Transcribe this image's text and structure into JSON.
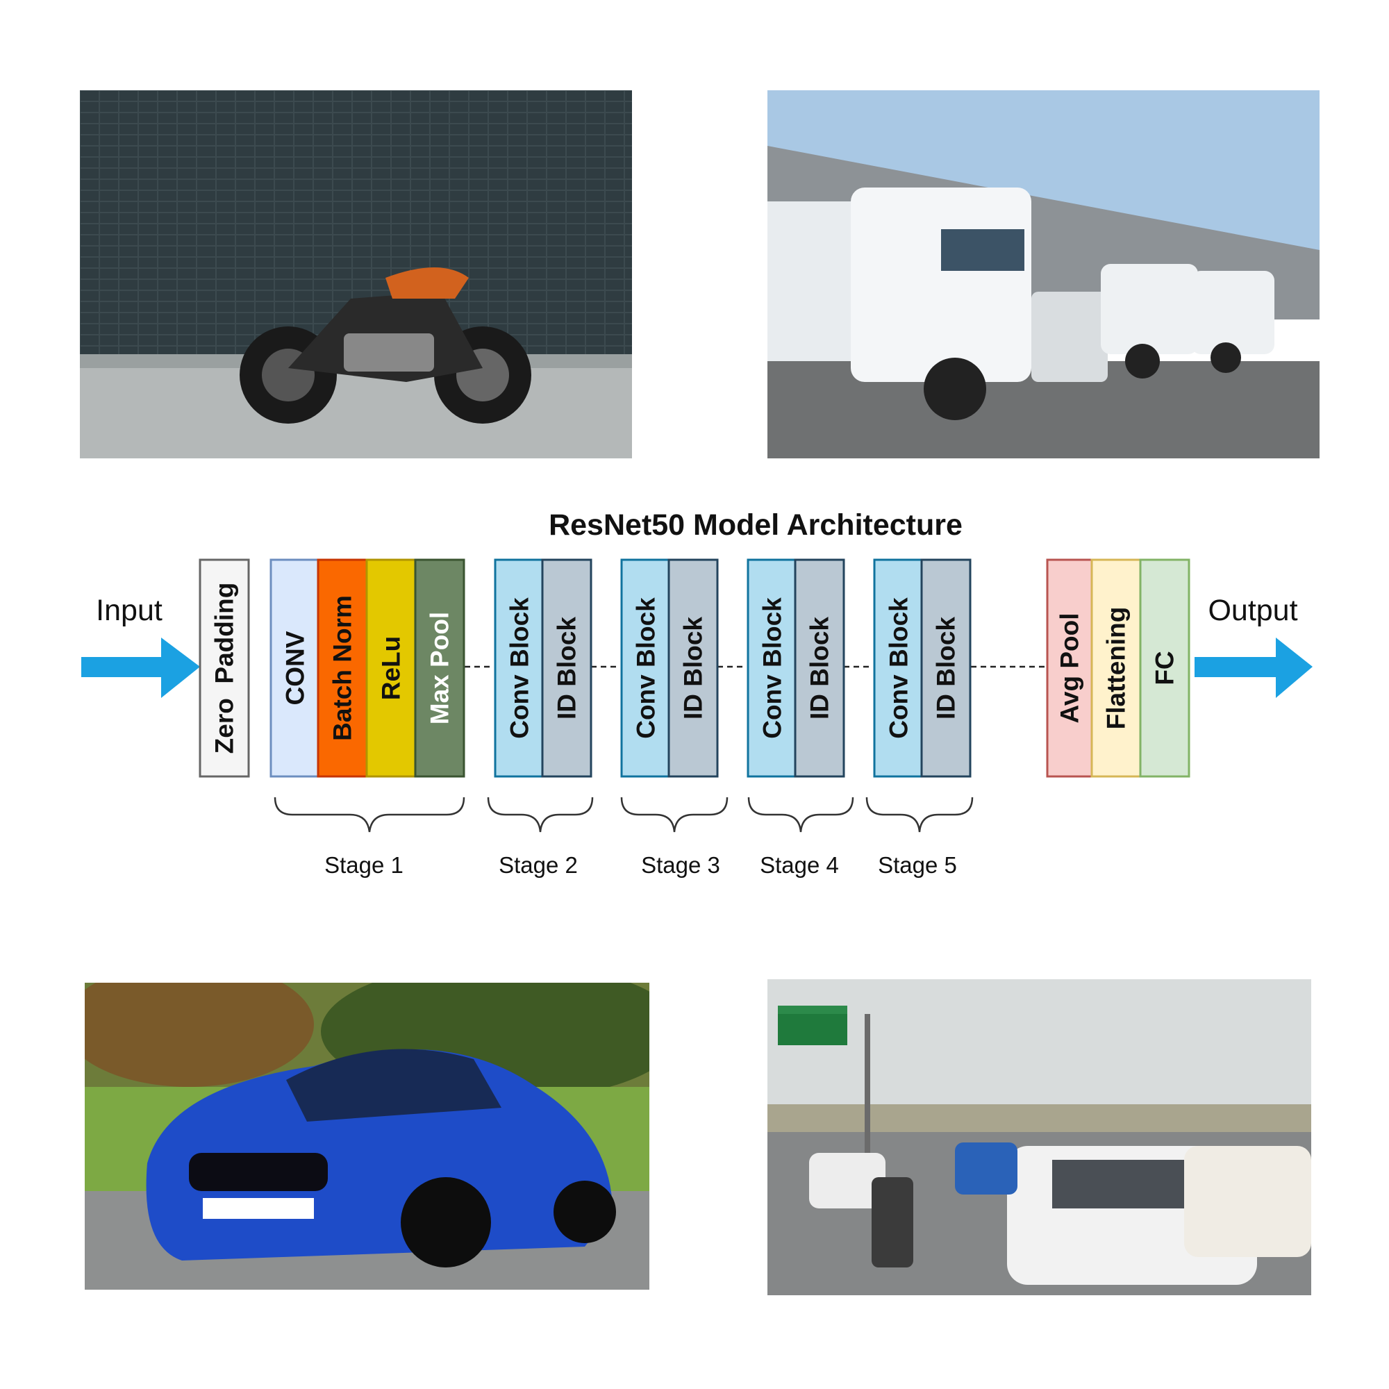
{
  "diagram": {
    "title": "ResNet50 Model Architecture",
    "input_label": "Input",
    "output_label": "Output",
    "layers": [
      {
        "id": "zero-padding",
        "label": "Zero  Padding",
        "fill": "#f5f5f5",
        "stroke": "#666666",
        "text_color": "#111111"
      },
      {
        "id": "conv",
        "label": "CONV",
        "fill": "#dae8fc",
        "stroke": "#6c8ebf",
        "text_color": "#111111"
      },
      {
        "id": "batch-norm",
        "label": "Batch Norm",
        "fill": "#fa6800",
        "stroke": "#c73500",
        "text_color": "#111111"
      },
      {
        "id": "relu",
        "label": "ReLu",
        "fill": "#e3c800",
        "stroke": "#b09500",
        "text_color": "#111111"
      },
      {
        "id": "max-pool",
        "label": "Max Pool",
        "fill": "#6d8764",
        "stroke": "#3a5431",
        "text_color": "#ffffff"
      },
      {
        "id": "s2-conv-block",
        "label": "Conv Block",
        "fill": "#b1ddf0",
        "stroke": "#10739e",
        "text_color": "#111111"
      },
      {
        "id": "s2-id-block",
        "label": "ID Block",
        "fill": "#bac8d3",
        "stroke": "#23445d",
        "text_color": "#111111"
      },
      {
        "id": "s3-conv-block",
        "label": "Conv Block",
        "fill": "#b1ddf0",
        "stroke": "#10739e",
        "text_color": "#111111"
      },
      {
        "id": "s3-id-block",
        "label": "ID Block",
        "fill": "#bac8d3",
        "stroke": "#23445d",
        "text_color": "#111111"
      },
      {
        "id": "s4-conv-block",
        "label": "Conv Block",
        "fill": "#b1ddf0",
        "stroke": "#10739e",
        "text_color": "#111111"
      },
      {
        "id": "s4-id-block",
        "label": "ID Block",
        "fill": "#bac8d3",
        "stroke": "#23445d",
        "text_color": "#111111"
      },
      {
        "id": "s5-conv-block",
        "label": "Conv Block",
        "fill": "#b1ddf0",
        "stroke": "#10739e",
        "text_color": "#111111"
      },
      {
        "id": "s5-id-block",
        "label": "ID Block",
        "fill": "#bac8d3",
        "stroke": "#23445d",
        "text_color": "#111111"
      },
      {
        "id": "avg-pool",
        "label": "Avg Pool",
        "fill": "#f8cecc",
        "stroke": "#b85450",
        "text_color": "#111111"
      },
      {
        "id": "flattening",
        "label": "Flattening",
        "fill": "#fff2cc",
        "stroke": "#d6b656",
        "text_color": "#111111"
      },
      {
        "id": "fc",
        "label": "FC",
        "fill": "#d5e8d4",
        "stroke": "#82b366",
        "text_color": "#111111"
      }
    ],
    "stages": [
      "Stage 1",
      "Stage 2",
      "Stage 3",
      "Stage 4",
      "Stage 5"
    ],
    "arrow_color": "#1ba1e2"
  },
  "photos": [
    {
      "id": "motorcycle-photo",
      "subject": "motorcycle"
    },
    {
      "id": "trucks-photo",
      "subject": "trucks"
    },
    {
      "id": "car-photo",
      "subject": "car"
    },
    {
      "id": "traffic-photo",
      "subject": "traffic"
    }
  ]
}
